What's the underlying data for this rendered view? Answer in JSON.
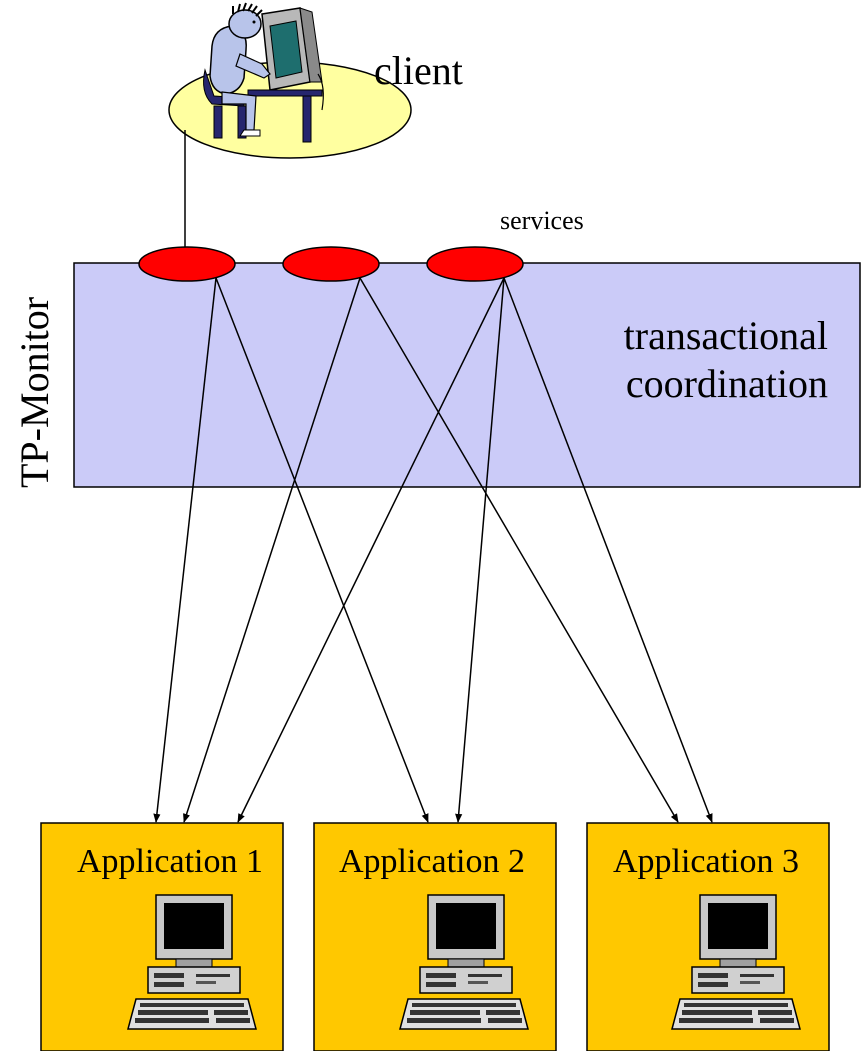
{
  "client": {
    "label": "client"
  },
  "services": {
    "label": "services",
    "count": 3
  },
  "tp_monitor": {
    "label": "TP-Monitor",
    "description_line1": "transactional",
    "description_line2": "coordination"
  },
  "applications": [
    {
      "label": "Application 1"
    },
    {
      "label": "Application 2"
    },
    {
      "label": "Application 3"
    }
  ],
  "colors": {
    "client_ellipse": "#ffffa0",
    "monitor_fill": "#cbcbf8",
    "service_fill": "#ff0000",
    "app_fill": "#ffc800",
    "stroke": "#000000"
  }
}
